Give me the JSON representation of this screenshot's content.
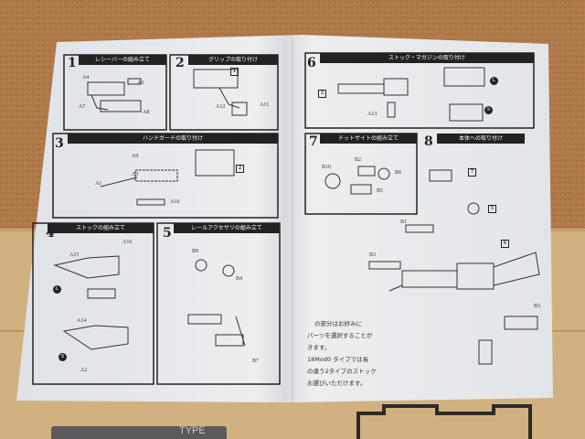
{
  "steps": [
    {
      "number": "1",
      "title": "レシーバーの組み立て"
    },
    {
      "number": "2",
      "title": "グリップの取り付け"
    },
    {
      "number": "3",
      "title": "ハンドガードの取り付け"
    },
    {
      "number": "4",
      "title": "ストックの組み立て"
    },
    {
      "number": "5",
      "title": "レールアクセサリの組み立て"
    },
    {
      "number": "6",
      "title": "ストック・マガジンの取り付け"
    },
    {
      "number": "7",
      "title": "ドットサイトの組み立て"
    },
    {
      "number": "8",
      "title": "本体への取り付け"
    }
  ],
  "part_labels": {
    "a4": "A4",
    "a3": "A3",
    "a7": "A7",
    "a8": "A8",
    "a12": "A12",
    "a11": "A11",
    "a9": "A9",
    "a3b": "A3",
    "a1": "A1",
    "a10": "A10",
    "a15": "A15",
    "a16": "A16",
    "a14": "A14",
    "a2": "A2",
    "b9": "B9",
    "b4": "B4",
    "b7": "B7",
    "a13": "A13",
    "b10": "B10",
    "b2": "B2",
    "b6": "B6",
    "b5": "B5",
    "b1": "B1",
    "b3": "B3",
    "b3b": "B3"
  },
  "callouts": {
    "c1": "1",
    "c2": "2",
    "c3": "3",
    "c6": "6",
    "c7": "7",
    "c5": "5",
    "cL": "L",
    "cS": "S",
    "cL2": "L",
    "cS2": "S"
  },
  "notes": [
    "の部分はお好みに",
    "パーツを選択することが",
    "きます。",
    "18Mod0 タイプでは長",
    "の違う2タイプのストック",
    "お選びいただけます。"
  ],
  "sprue_text": "TYPE",
  "colors": {
    "table": "#b07a4a",
    "paper": "#e8eaec",
    "ink": "#222222",
    "wood": "#d2b181"
  }
}
